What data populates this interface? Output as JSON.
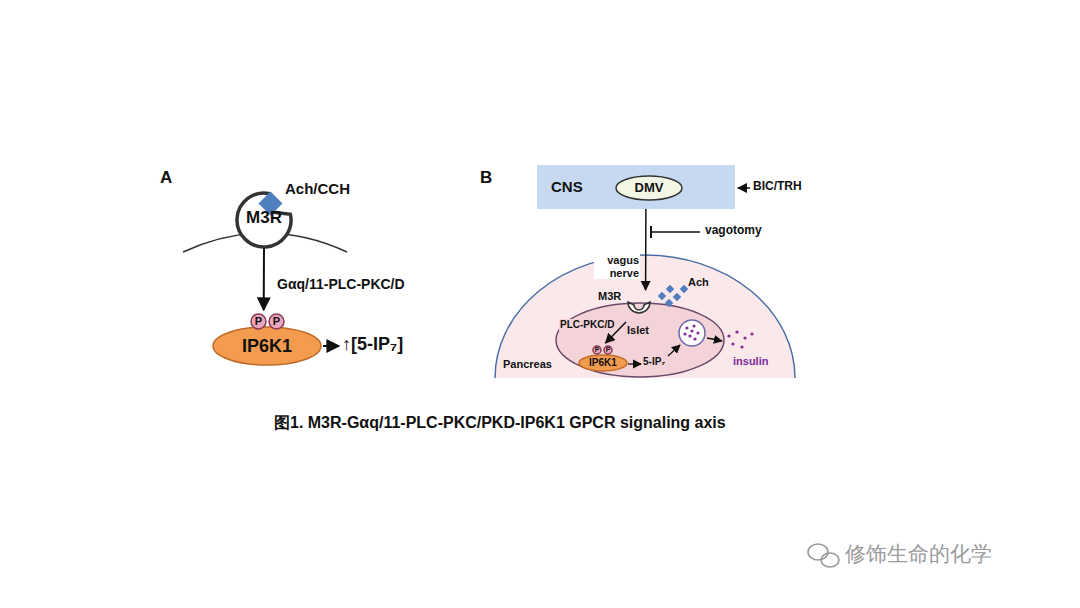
{
  "diagram": {
    "caption": "图1. M3R-Gαq/11-PLC-PKC/PKD-IP6K1 GPCR signaling axis",
    "nodes": [
      {
        "text": [
          "M3R"
        ]
      },
      {
        "text": [
          "IP6K1"
        ]
      },
      {
        "text": [
          "P"
        ],
        "in": 1
      },
      {
        "text": [
          "P"
        ],
        "in": 1
      },
      {
        "text": [
          "CNS"
        ]
      },
      {
        "text": [
          "DMV"
        ],
        "in": 4
      },
      {
        "text": [
          "Pancreas"
        ]
      },
      {
        "text": [
          "Islet"
        ],
        "in": 6
      },
      {
        "text": [
          "M3R"
        ],
        "in": 7
      },
      {
        "text": [
          "IP6K1"
        ],
        "in": 7
      },
      {
        "text": [
          "P"
        ],
        "in": 9
      },
      {
        "text": [
          "P"
        ],
        "in": 9
      }
    ],
    "edges": [
      {
        "from": 0,
        "to": 1,
        "arrow": "to",
        "label": "Gαq/11-PLC-PKC/D"
      },
      {
        "from": 4,
        "to": 8,
        "arrow": "to",
        "label": "vagus nerve"
      },
      {
        "from": 8,
        "to": 9,
        "arrow": "to",
        "label": "PLC-PKC/D"
      }
    ],
    "labels": [
      "A",
      "B",
      "Ach/CCH",
      "↑[5-IP₇]",
      "BIC/TRH",
      "vagotomy",
      "Ach",
      "5-IP₇",
      "insulin",
      "修饰生命的化学"
    ]
  }
}
